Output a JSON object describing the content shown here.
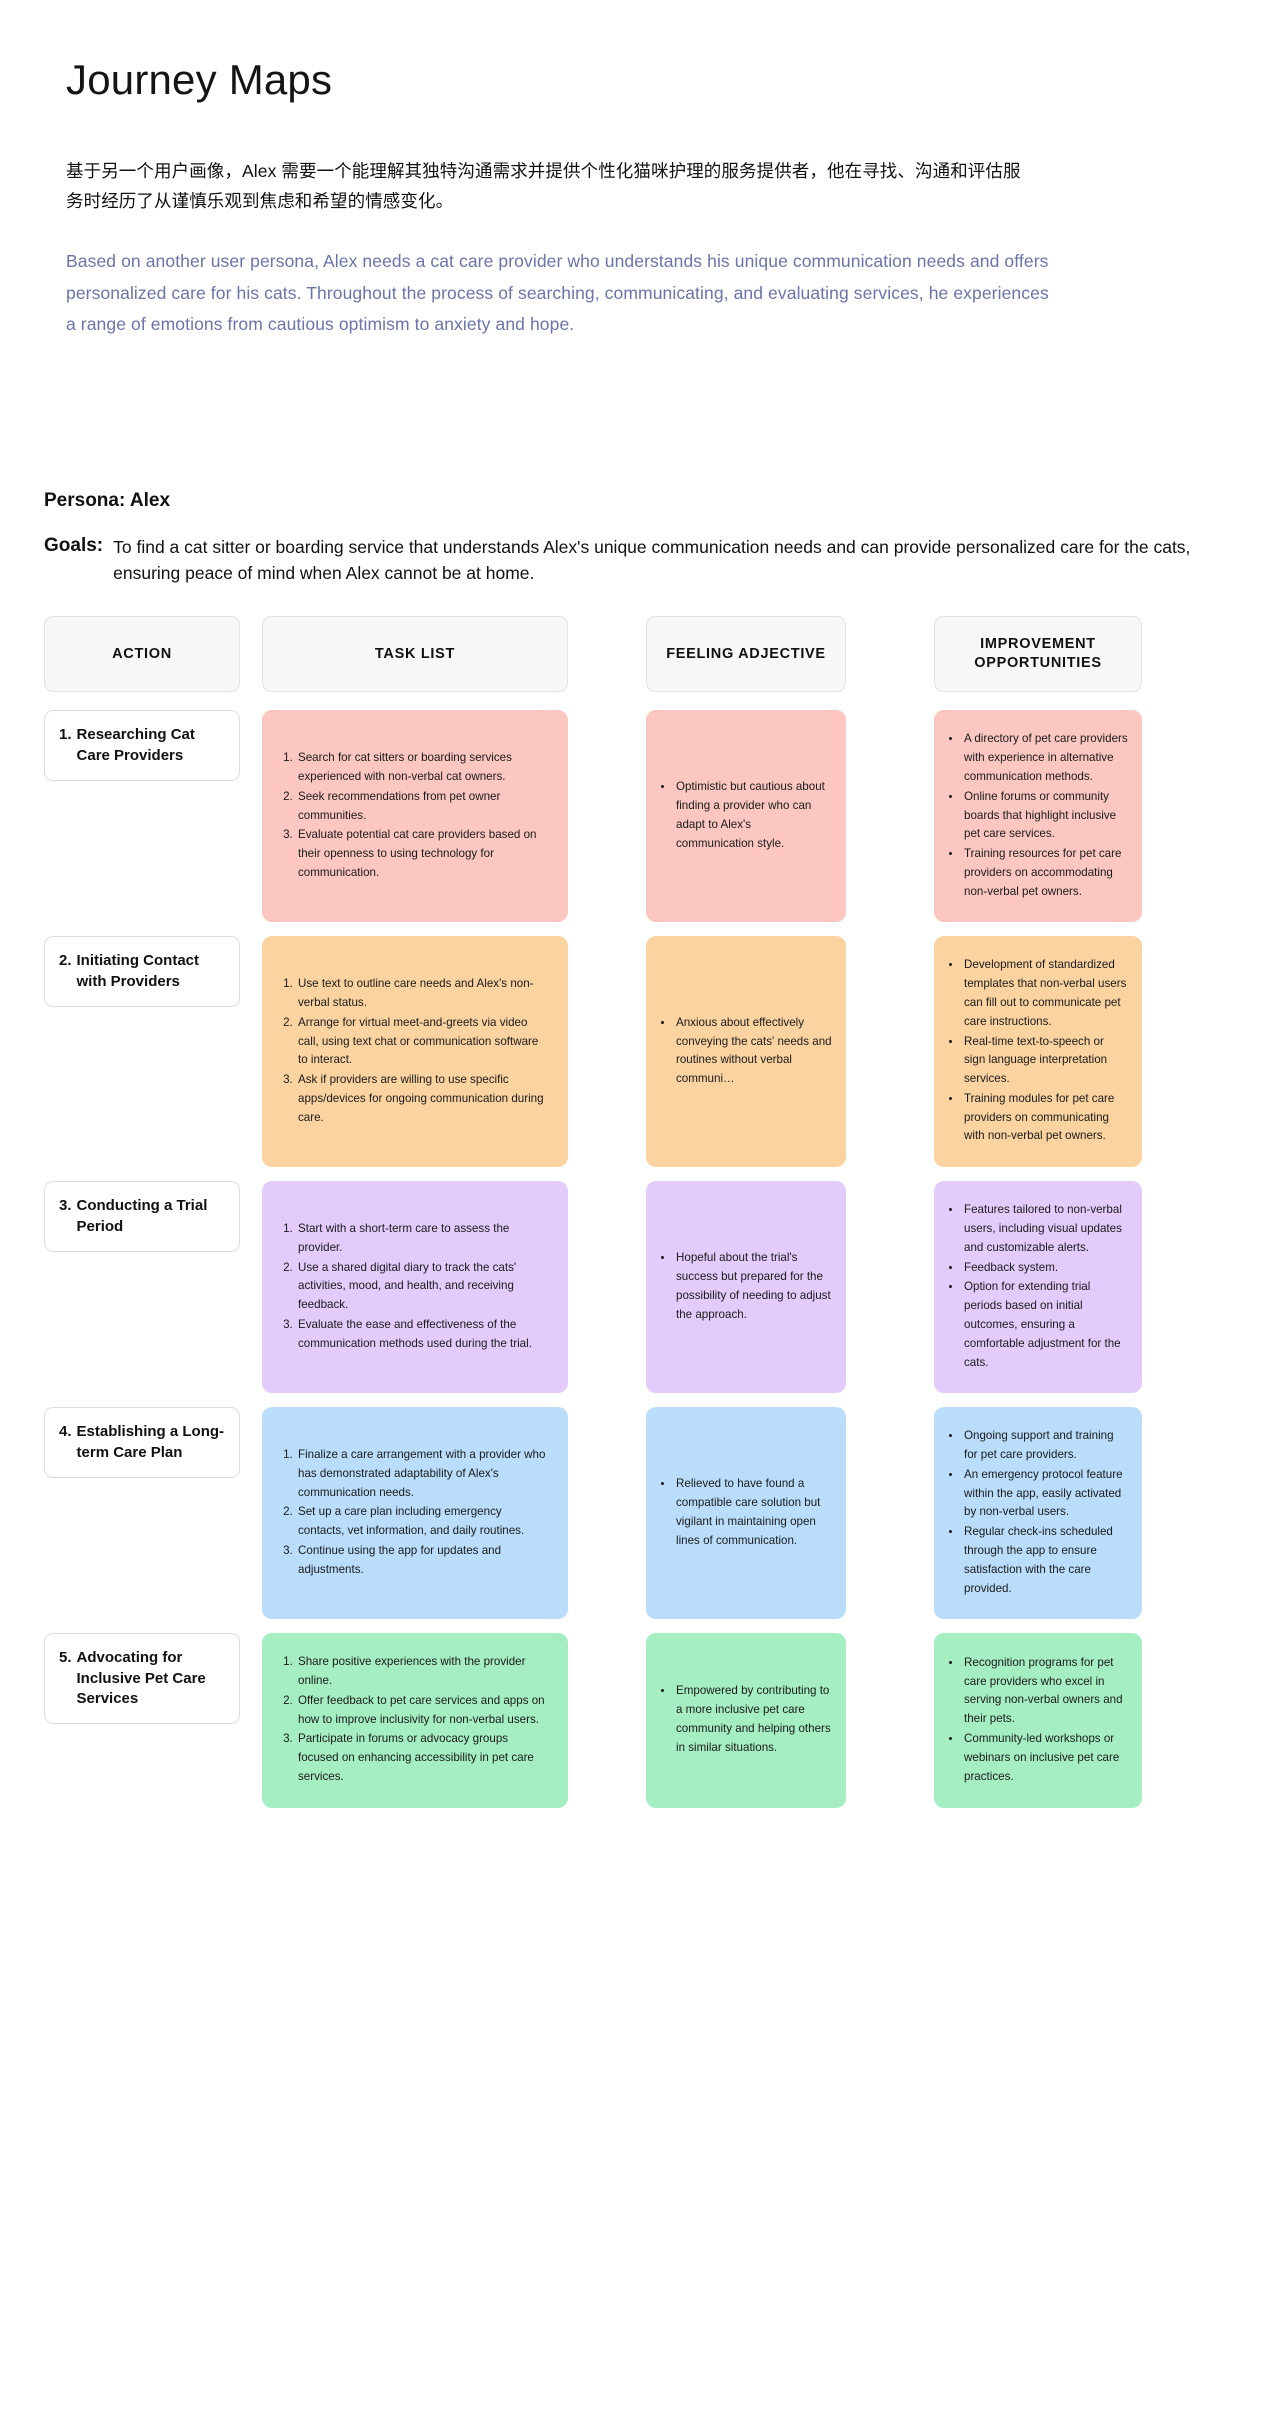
{
  "header": {
    "title": "Journey Maps",
    "intro_zh": "基于另一个用户画像，Alex 需要一个能理解其独特沟通需求并提供个性化猫咪护理的服务提供者，他在寻找、沟通和评估服务时经历了从谨慎乐观到焦虑和希望的情感变化。",
    "intro_en": "Based on another user persona, Alex needs a cat care provider who understands his unique communication needs and offers personalized care for his cats. Throughout the process of searching, communicating, and evaluating services, he experiences a range of emotions from cautious optimism to anxiety and hope."
  },
  "persona": {
    "label": "Persona: Alex",
    "goals_label": "Goals:",
    "goals_text": "To find a cat sitter or boarding service that understands Alex's unique communication needs and can provide personalized care for the cats, ensuring peace of mind when Alex cannot be at home."
  },
  "table": {
    "columns": [
      {
        "key": "action",
        "label": "ACTION"
      },
      {
        "key": "task",
        "label": "TASK LIST"
      },
      {
        "key": "feeling",
        "label": "FEELING ADJECTIVE"
      },
      {
        "key": "improvement",
        "label": "IMPROVEMENT OPPORTUNITIES"
      }
    ],
    "colors": {
      "row1": "#fbc7c0",
      "row2": "#fad3a0",
      "row3": "#e3ccfb",
      "row4": "#b9ddfb",
      "row5": "#a5eec1",
      "header_bg": "#f7f7f7",
      "accent_text": "#6b74a8"
    },
    "rows": [
      {
        "number": "1.",
        "action": "Researching Cat Care Providers",
        "tasks": [
          "Search for cat sitters or boarding services experienced with non-verbal cat owners.",
          "Seek recommendations from pet owner communities.",
          "Evaluate potential cat care providers based on their openness to using technology for communication."
        ],
        "feelings": [
          "Optimistic but cautious about finding a provider who can adapt to Alex's communication style."
        ],
        "improvements": [
          "A directory of pet care providers with experience in alternative communication methods.",
          "Online forums or community boards that highlight inclusive pet care services.",
          "Training resources for pet care providers on accommodating non-verbal pet owners."
        ]
      },
      {
        "number": "2.",
        "action": "Initiating Contact with Providers",
        "tasks": [
          "Use text to outline care needs and Alex's non-verbal status.",
          "Arrange for virtual meet-and-greets via video call, using text chat or communication software to interact.",
          "Ask if providers are willing to use specific apps/devices for ongoing communication during care."
        ],
        "feelings": [
          "Anxious about effectively conveying the cats' needs and routines without verbal communi…"
        ],
        "improvements": [
          "Development of standardized templates that non-verbal users can fill out to communicate pet care instructions.",
          "Real-time text-to-speech or sign language interpretation services.",
          "Training modules for pet care providers on communicating with non-verbal pet owners."
        ]
      },
      {
        "number": "3.",
        "action": "Conducting a Trial Period",
        "tasks": [
          "Start with a short-term care to assess the provider.",
          "Use a shared digital diary to track the cats' activities, mood, and health, and receiving feedback.",
          "Evaluate the ease and effectiveness of the communication methods used during the trial."
        ],
        "feelings": [
          "Hopeful about the trial's success but prepared for the possibility of needing to adjust the approach."
        ],
        "improvements": [
          "Features tailored to non-verbal users, including visual updates and customizable alerts.",
          "Feedback system.",
          "Option for extending trial periods based on initial outcomes, ensuring a comfortable adjustment for the cats."
        ]
      },
      {
        "number": "4.",
        "action": "Establishing a Long-term Care Plan",
        "tasks": [
          "Finalize a care arrangement with a provider who has demonstrated adaptability of Alex's communication needs.",
          "Set up a care plan including emergency contacts, vet information, and daily routines.",
          "Continue using the app for updates and adjustments."
        ],
        "feelings": [
          "Relieved to have found a compatible care solution but vigilant in maintaining open lines of communication."
        ],
        "improvements": [
          "Ongoing support and training for pet care providers.",
          "An emergency protocol feature within the app, easily activated by non-verbal users.",
          "Regular check-ins scheduled through the app to ensure satisfaction with the care provided."
        ]
      },
      {
        "number": "5.",
        "action": "Advocating for Inclusive Pet Care Services",
        "tasks": [
          "Share positive experiences with the provider online.",
          "Offer feedback to pet care services and apps on how to improve inclusivity for non-verbal users.",
          "Participate in forums or advocacy groups focused on enhancing accessibility in pet care services."
        ],
        "feelings": [
          "Empowered by contributing to a more inclusive pet care community and helping others in similar situations."
        ],
        "improvements": [
          "Recognition programs for pet care providers who excel in serving non-verbal owners and their pets.",
          "Community-led workshops or webinars on inclusive pet care practices."
        ]
      }
    ]
  }
}
